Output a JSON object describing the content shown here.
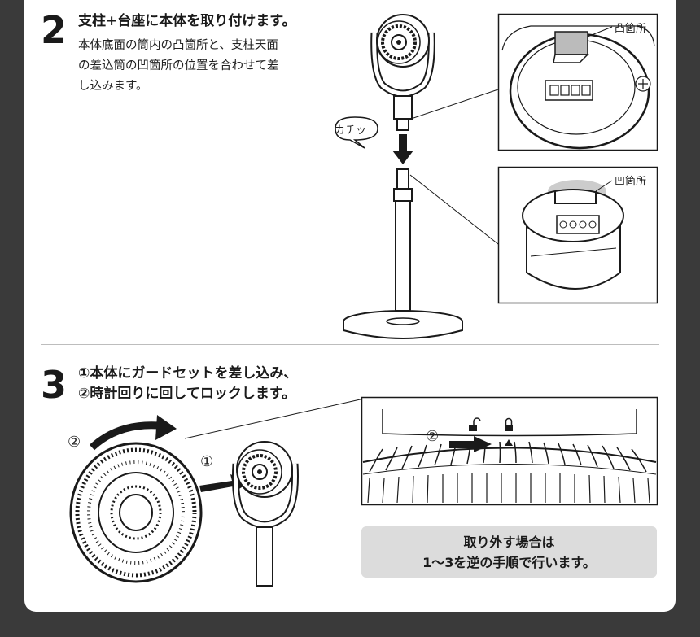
{
  "step2": {
    "number": "2",
    "title": "支柱+台座に本体を取り付けます。",
    "desc_line1": "本体底面の筒内の凸箇所と、支柱天面",
    "desc_line2": "の差込筒の凹箇所の位置を合わせて差",
    "desc_line3": "し込みます。",
    "sound_label": "カチッ",
    "callout_top": "凸箇所",
    "callout_bottom": "凹箇所"
  },
  "step3": {
    "number": "3",
    "title_line1": "①本体にガードセットを差し込み、",
    "title_line2": "②時計回りに回してロックします。",
    "marker1": "①",
    "marker2": "②",
    "note_line1": "取り外す場合は",
    "note_line2": "1～3を逆の手順で行います。"
  },
  "colors": {
    "background": "#3a3a3a",
    "card": "#ffffff",
    "note_bg": "#dcdcdc",
    "ink": "#1a1a1a"
  },
  "icons": [
    "unlock-icon",
    "lock-icon",
    "arrow-right-icon",
    "arrow-down-icon",
    "rotate-arrow-icon"
  ]
}
